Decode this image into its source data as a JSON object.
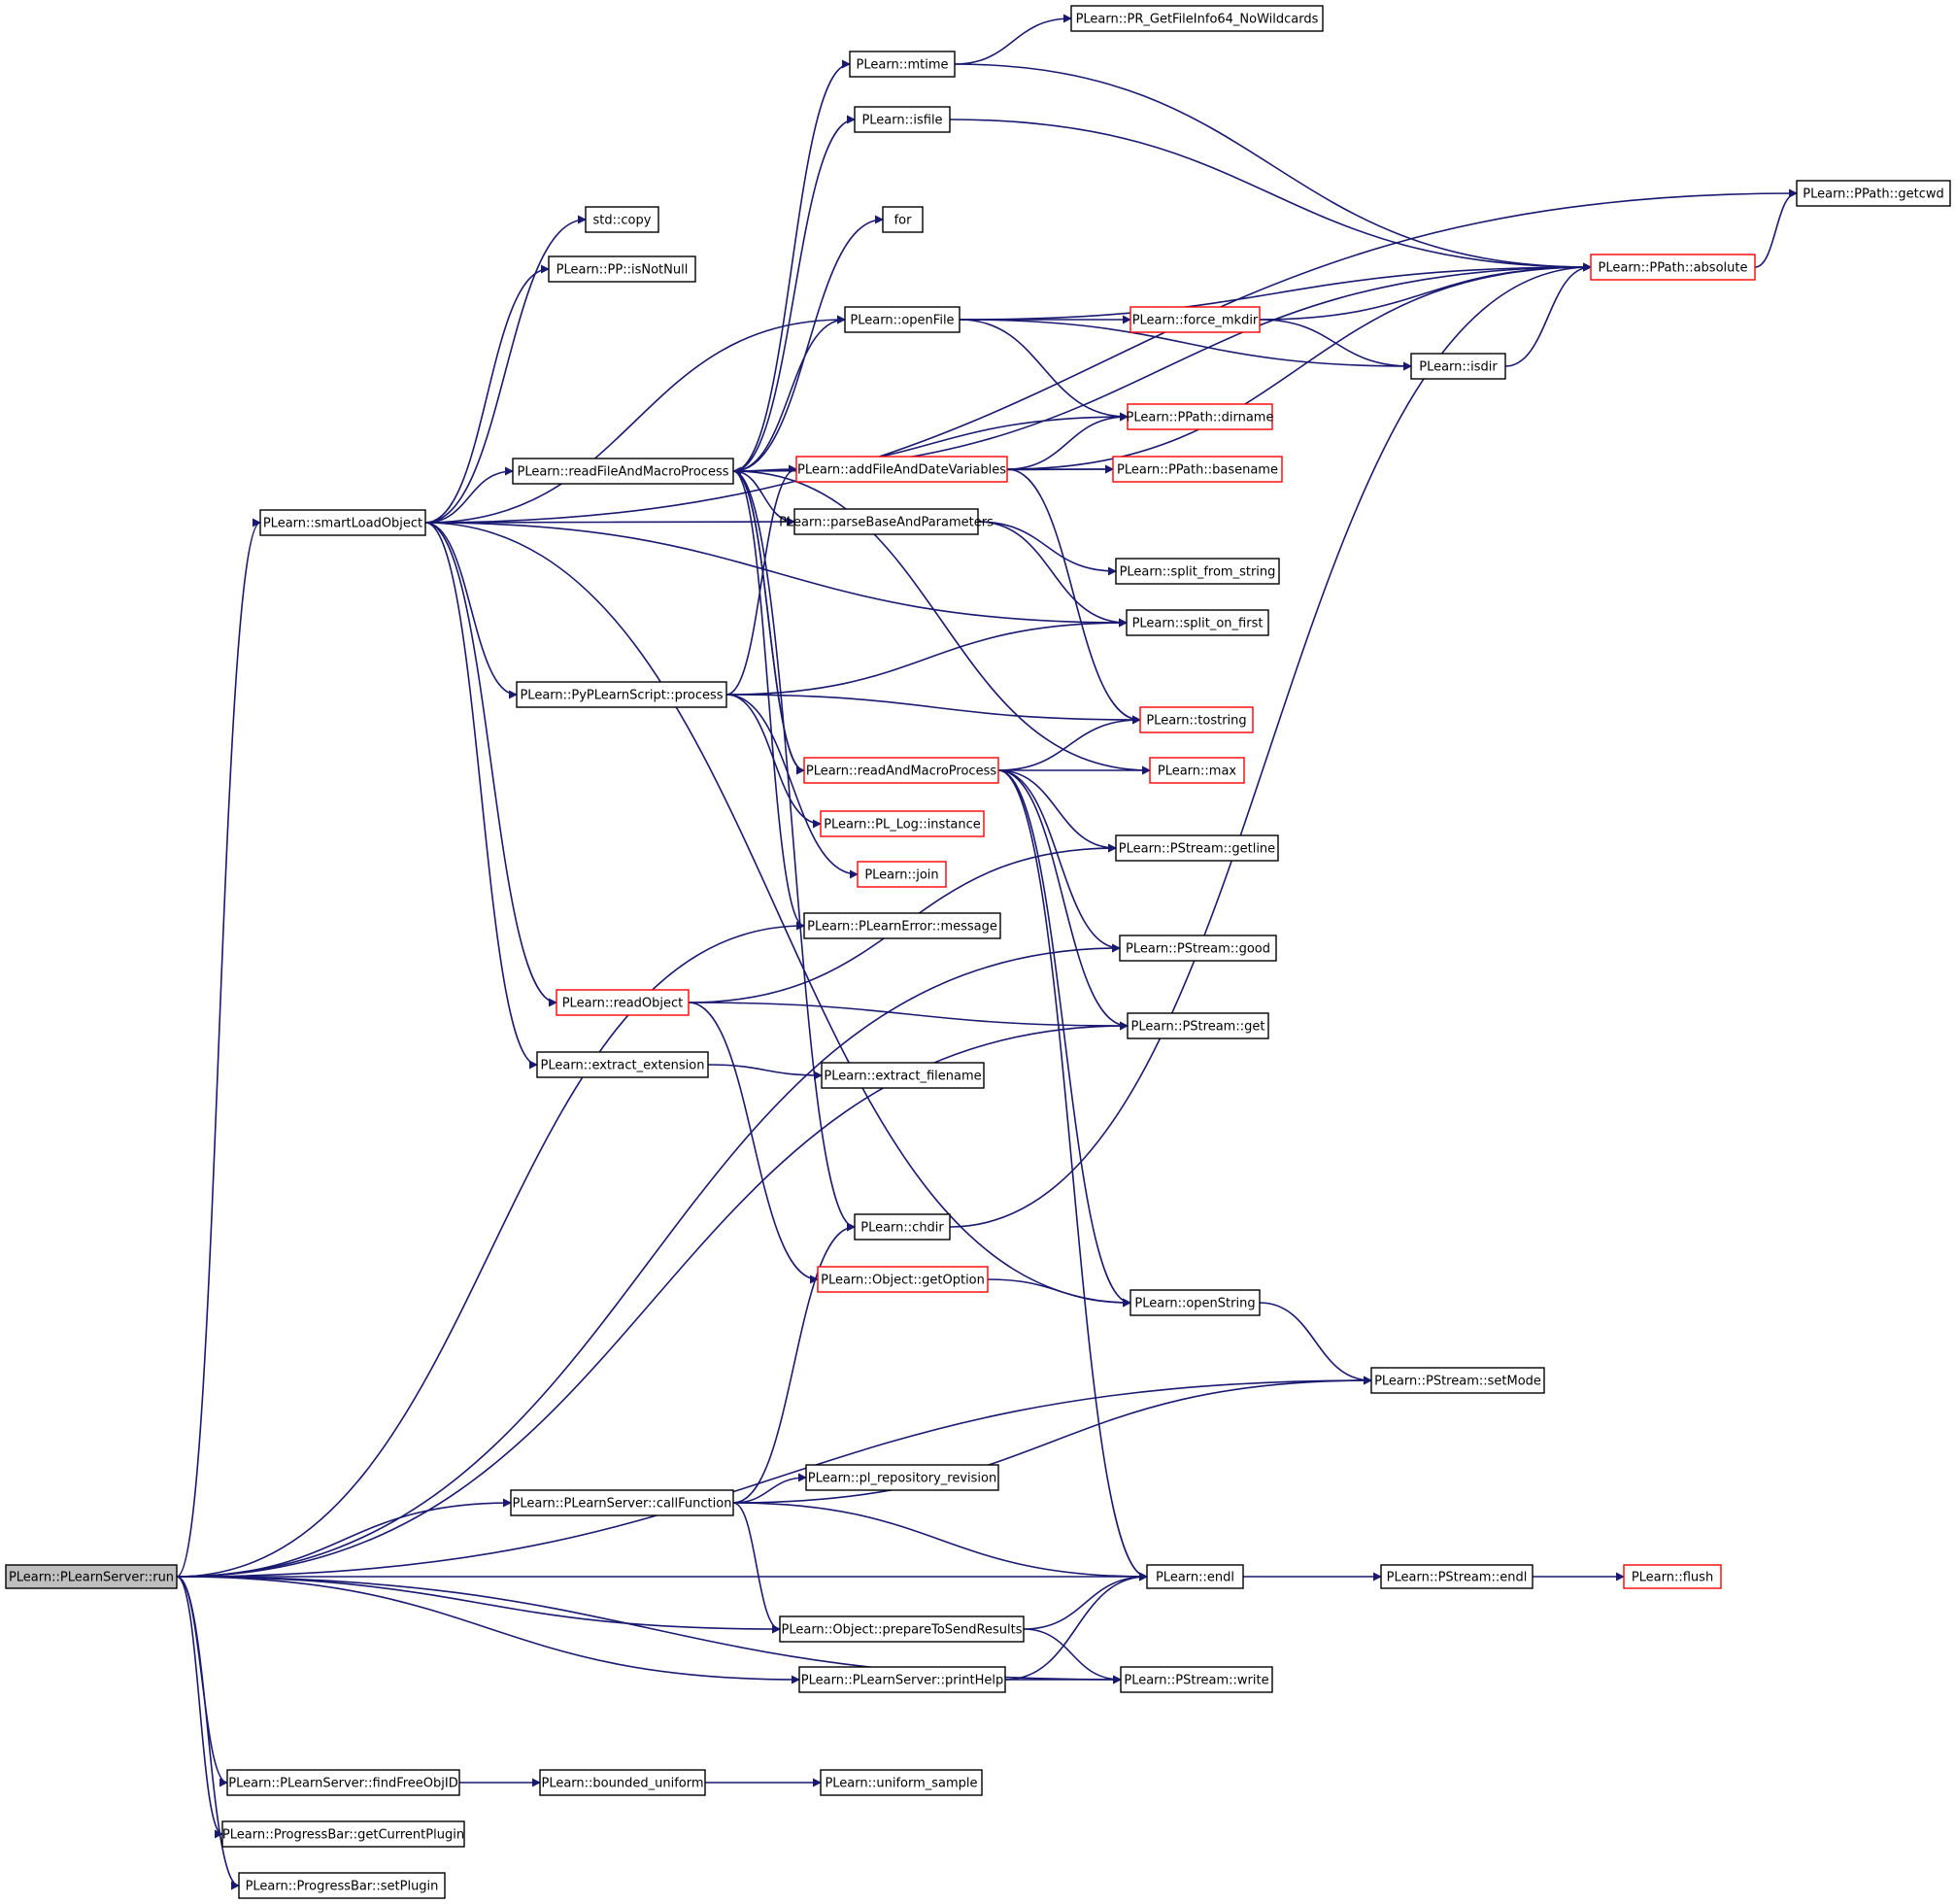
{
  "colors": {
    "edge": "#191970",
    "node_border": "#000000",
    "truncated_node_border": "#ff0000",
    "root_fill": "#bfbfbf",
    "background": "#ffffff"
  },
  "nodes": {
    "run": {
      "label": "PLearn::PLearnServer::run",
      "style": "root"
    },
    "smartLoadObject": {
      "label": "PLearn::smartLoadObject",
      "style": "normal"
    },
    "callFunction": {
      "label": "PLearn::PLearnServer::callFunction",
      "style": "normal"
    },
    "endl": {
      "label": "PLearn::endl",
      "style": "normal"
    },
    "prepareToSendResults": {
      "label": "PLearn::Object::prepareToSendResults",
      "style": "normal"
    },
    "printHelp": {
      "label": "PLearn::PLearnServer::printHelp",
      "style": "normal"
    },
    "pstreamWrite": {
      "label": "PLearn::PStream::write",
      "style": "normal"
    },
    "findFreeObjID": {
      "label": "PLearn::PLearnServer::findFreeObjID",
      "style": "normal"
    },
    "getCurrentPlugin": {
      "label": "PLearn::ProgressBar::getCurrentPlugin",
      "style": "normal"
    },
    "setPlugin": {
      "label": "PLearn::ProgressBar::setPlugin",
      "style": "normal"
    },
    "boundedUniform": {
      "label": "PLearn::bounded_uniform",
      "style": "normal"
    },
    "uniformSample": {
      "label": "PLearn::uniform_sample",
      "style": "normal"
    },
    "pstreamEndl": {
      "label": "PLearn::PStream::endl",
      "style": "normal"
    },
    "flush": {
      "label": "PLearn::flush",
      "style": "red"
    },
    "plRepositoryRevision": {
      "label": "PLearn::pl_repository_revision",
      "style": "normal"
    },
    "setMode": {
      "label": "PLearn::PStream::setMode",
      "style": "normal"
    },
    "openString": {
      "label": "PLearn::openString",
      "style": "normal"
    },
    "getOption": {
      "label": "PLearn::Object::getOption",
      "style": "red"
    },
    "chdir": {
      "label": "PLearn::chdir",
      "style": "normal"
    },
    "extractFilename": {
      "label": "PLearn::extract_filename",
      "style": "normal"
    },
    "extractExtension": {
      "label": "PLearn::extract_extension",
      "style": "normal"
    },
    "readObject": {
      "label": "PLearn::readObject",
      "style": "red"
    },
    "pstreamGet": {
      "label": "PLearn::PStream::get",
      "style": "normal"
    },
    "pstreamGood": {
      "label": "PLearn::PStream::good",
      "style": "normal"
    },
    "message": {
      "label": "PLearn::PLearnError::message",
      "style": "normal"
    },
    "join": {
      "label": "PLearn::join",
      "style": "red"
    },
    "plLogInstance": {
      "label": "PLearn::PL_Log::instance",
      "style": "red"
    },
    "getline": {
      "label": "PLearn::PStream::getline",
      "style": "normal"
    },
    "readAndMacroProcess": {
      "label": "PLearn::readAndMacroProcess",
      "style": "red"
    },
    "max": {
      "label": "PLearn::max",
      "style": "red"
    },
    "tostring": {
      "label": "PLearn::tostring",
      "style": "red"
    },
    "pyProcess": {
      "label": "PLearn::PyPLearnScript::process",
      "style": "normal"
    },
    "splitOnFirst": {
      "label": "PLearn::split_on_first",
      "style": "normal"
    },
    "splitFromString": {
      "label": "PLearn::split_from_string",
      "style": "normal"
    },
    "parseBaseAndParameters": {
      "label": "PLearn::parseBaseAndParameters",
      "style": "normal"
    },
    "readFileAndMacroProcess": {
      "label": "PLearn::readFileAndMacroProcess",
      "style": "normal"
    },
    "addFileAndDateVariables": {
      "label": "PLearn::addFileAndDateVariables",
      "style": "red"
    },
    "basename": {
      "label": "PLearn::PPath::basename",
      "style": "red"
    },
    "dirname": {
      "label": "PLearn::PPath::dirname",
      "style": "red"
    },
    "openFile": {
      "label": "PLearn::openFile",
      "style": "normal"
    },
    "forceMkdir": {
      "label": "PLearn::force_mkdir",
      "style": "red"
    },
    "isdir": {
      "label": "PLearn::isdir",
      "style": "normal"
    },
    "absolute": {
      "label": "PLearn::PPath::absolute",
      "style": "red"
    },
    "getcwd": {
      "label": "PLearn::PPath::getcwd",
      "style": "normal"
    },
    "stdCopy": {
      "label": "std::copy",
      "style": "normal"
    },
    "isNotNull": {
      "label": "PLearn::PP::isNotNull",
      "style": "normal"
    },
    "for": {
      "label": "for",
      "style": "normal"
    },
    "isfile": {
      "label": "PLearn::isfile",
      "style": "normal"
    },
    "mtime": {
      "label": "PLearn::mtime",
      "style": "normal"
    },
    "prGetFileInfo": {
      "label": "PLearn::PR_GetFileInfo64_NoWildcards",
      "style": "normal"
    }
  },
  "edges": [
    [
      "run",
      "smartLoadObject"
    ],
    [
      "run",
      "message"
    ],
    [
      "run",
      "pstreamGood"
    ],
    [
      "run",
      "pstreamGet"
    ],
    [
      "run",
      "setMode"
    ],
    [
      "run",
      "callFunction"
    ],
    [
      "run",
      "endl"
    ],
    [
      "run",
      "prepareToSendResults"
    ],
    [
      "run",
      "printHelp"
    ],
    [
      "run",
      "pstreamWrite"
    ],
    [
      "run",
      "findFreeObjID"
    ],
    [
      "run",
      "getCurrentPlugin"
    ],
    [
      "run",
      "setPlugin"
    ],
    [
      "smartLoadObject",
      "stdCopy"
    ],
    [
      "smartLoadObject",
      "isNotNull"
    ],
    [
      "smartLoadObject",
      "getcwd"
    ],
    [
      "smartLoadObject",
      "openFile"
    ],
    [
      "smartLoadObject",
      "readFileAndMacroProcess"
    ],
    [
      "smartLoadObject",
      "parseBaseAndParameters"
    ],
    [
      "smartLoadObject",
      "splitOnFirst"
    ],
    [
      "smartLoadObject",
      "pyProcess"
    ],
    [
      "smartLoadObject",
      "readObject"
    ],
    [
      "smartLoadObject",
      "extractExtension"
    ],
    [
      "smartLoadObject",
      "openString"
    ],
    [
      "readFileAndMacroProcess",
      "mtime"
    ],
    [
      "readFileAndMacroProcess",
      "isfile"
    ],
    [
      "readFileAndMacroProcess",
      "for"
    ],
    [
      "readFileAndMacroProcess",
      "absolute"
    ],
    [
      "readFileAndMacroProcess",
      "openFile"
    ],
    [
      "readFileAndMacroProcess",
      "dirname"
    ],
    [
      "readFileAndMacroProcess",
      "basename"
    ],
    [
      "readFileAndMacroProcess",
      "addFileAndDateVariables"
    ],
    [
      "readFileAndMacroProcess",
      "parseBaseAndParameters"
    ],
    [
      "readFileAndMacroProcess",
      "readAndMacroProcess"
    ],
    [
      "readFileAndMacroProcess",
      "max"
    ],
    [
      "readFileAndMacroProcess",
      "message"
    ],
    [
      "readFileAndMacroProcess",
      "chdir"
    ],
    [
      "readAndMacroProcess",
      "readFileAndMacroProcess"
    ],
    [
      "readAndMacroProcess",
      "tostring"
    ],
    [
      "readAndMacroProcess",
      "max"
    ],
    [
      "readAndMacroProcess",
      "getline"
    ],
    [
      "readAndMacroProcess",
      "pstreamGood"
    ],
    [
      "readAndMacroProcess",
      "pstreamGet"
    ],
    [
      "readAndMacroProcess",
      "openString"
    ],
    [
      "readAndMacroProcess",
      "endl"
    ],
    [
      "mtime",
      "prGetFileInfo"
    ],
    [
      "mtime",
      "absolute"
    ],
    [
      "isfile",
      "absolute"
    ],
    [
      "openFile",
      "absolute"
    ],
    [
      "openFile",
      "forceMkdir"
    ],
    [
      "openFile",
      "isdir"
    ],
    [
      "openFile",
      "dirname"
    ],
    [
      "forceMkdir",
      "absolute"
    ],
    [
      "forceMkdir",
      "isdir"
    ],
    [
      "isdir",
      "absolute"
    ],
    [
      "absolute",
      "getcwd"
    ],
    [
      "addFileAndDateVariables",
      "dirname"
    ],
    [
      "addFileAndDateVariables",
      "basename"
    ],
    [
      "addFileAndDateVariables",
      "absolute"
    ],
    [
      "addFileAndDateVariables",
      "tostring"
    ],
    [
      "parseBaseAndParameters",
      "splitFromString"
    ],
    [
      "parseBaseAndParameters",
      "splitOnFirst"
    ],
    [
      "pyProcess",
      "addFileAndDateVariables"
    ],
    [
      "pyProcess",
      "splitOnFirst"
    ],
    [
      "pyProcess",
      "tostring"
    ],
    [
      "pyProcess",
      "plLogInstance"
    ],
    [
      "pyProcess",
      "join"
    ],
    [
      "readObject",
      "getline"
    ],
    [
      "readObject",
      "pstreamGet"
    ],
    [
      "readObject",
      "getOption"
    ],
    [
      "extractExtension",
      "extractFilename"
    ],
    [
      "getOption",
      "openString"
    ],
    [
      "chdir",
      "absolute"
    ],
    [
      "openString",
      "setMode"
    ],
    [
      "callFunction",
      "chdir"
    ],
    [
      "callFunction",
      "setMode"
    ],
    [
      "callFunction",
      "plRepositoryRevision"
    ],
    [
      "callFunction",
      "endl"
    ],
    [
      "callFunction",
      "prepareToSendResults"
    ],
    [
      "endl",
      "pstreamEndl"
    ],
    [
      "pstreamEndl",
      "flush"
    ],
    [
      "prepareToSendResults",
      "endl"
    ],
    [
      "prepareToSendResults",
      "pstreamWrite"
    ],
    [
      "printHelp",
      "endl"
    ],
    [
      "printHelp",
      "pstreamWrite"
    ],
    [
      "findFreeObjID",
      "boundedUniform"
    ],
    [
      "boundedUniform",
      "uniformSample"
    ]
  ]
}
